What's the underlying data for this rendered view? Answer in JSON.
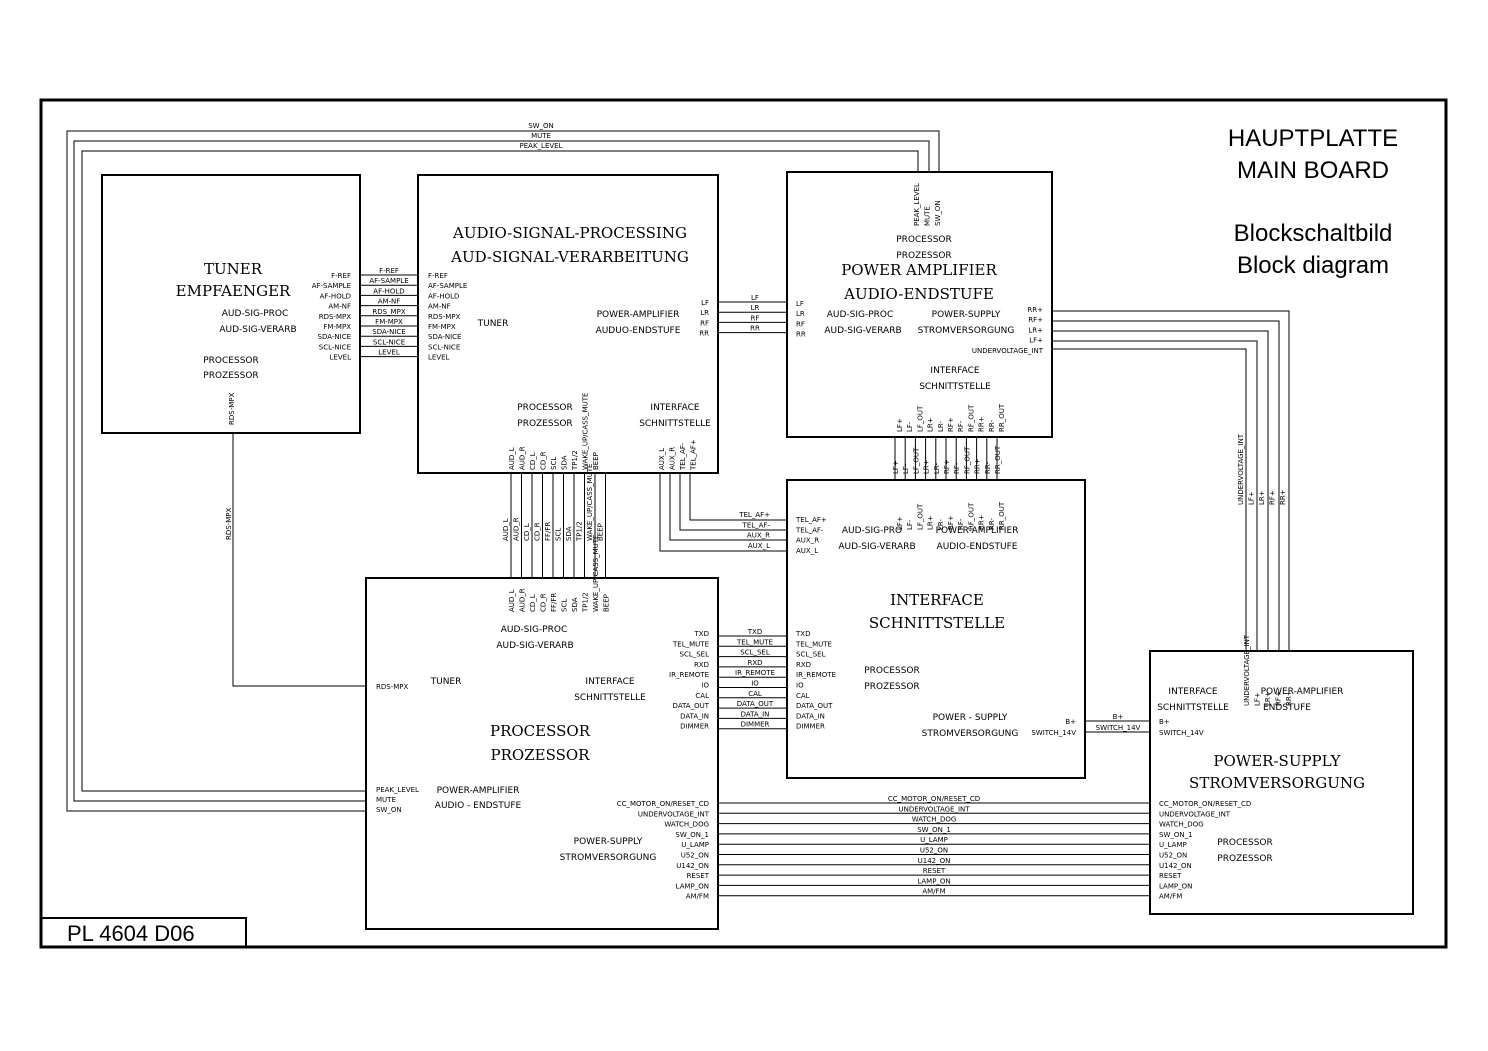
{
  "header": {
    "title_de": "HAUPTPLATTE",
    "title_en": "MAIN BOARD",
    "subtitle_de": "Blockschaltbild",
    "subtitle_en": "Block diagram"
  },
  "drawing_code": "PL 4604 D06",
  "top_bus": [
    "SW_ON",
    "MUTE",
    "PEAK_LEVEL"
  ],
  "tuner": {
    "title": [
      "TUNER",
      "EMPFAENGER"
    ],
    "labels": [
      "AUD-SIG-PROC",
      "AUD-SIG-VERARB",
      "PROCESSOR",
      "PROZESSOR"
    ],
    "pins": [
      "F-REF",
      "AF-SAMPLE",
      "AF-HOLD",
      "AM-NF",
      "RDS-MPX",
      "FM-MPX",
      "SDA-NICE",
      "SCL-NICE",
      "LEVEL"
    ],
    "bottom_pin": "RDS-MPX"
  },
  "tuner_asp_wires": [
    "F-REF",
    "AF-SAMPLE",
    "AF-HOLD",
    "AM-NF",
    "RDS_MPX",
    "FM-MPX",
    "SDA-NICE",
    "SCL-NICE",
    "LEVEL"
  ],
  "asp": {
    "title": [
      "AUDIO-SIGNAL-PROCESSING",
      "AUD-SIGNAL-VERARBEITUNG"
    ],
    "left_pins": [
      "F-REF",
      "AF-SAMPLE",
      "AF-HOLD",
      "AM-NF",
      "RDS-MPX",
      "FM-MPX",
      "SDA-NICE",
      "SCL-NICE",
      "LEVEL"
    ],
    "tuner_label": "TUNER",
    "pa_labels": [
      "POWER-AMPLIFIER",
      "AUDUO-ENDSTUFE"
    ],
    "right_pins": [
      "LF",
      "LR",
      "RF",
      "RR"
    ],
    "proc_labels": [
      "PROCESSOR",
      "PROZESSOR"
    ],
    "if_labels": [
      "INTERFACE",
      "SCHNITTSTELLE"
    ],
    "bottom_pins": [
      "AUD_L",
      "AUD_R",
      "CD_L",
      "CD_R",
      "SCL",
      "SDA",
      "TP1/2",
      "WAKE_UP/CASS_MUTE",
      "BEEP"
    ],
    "bottom_if_pins": [
      "AUX_L",
      "AUX_R",
      "TEL_AF-",
      "TEL_AF+"
    ]
  },
  "asp_pa_wires": [
    "LF",
    "LR",
    "RF",
    "RR"
  ],
  "pa": {
    "title": [
      "POWER AMPLIFIER",
      "AUDIO-ENDSTUFE"
    ],
    "top_pins": [
      "PEAK_LEVEL",
      "MUTE",
      "SW_ON"
    ],
    "proc_labels": [
      "PROCESSOR",
      "PROZESSOR"
    ],
    "left_pins": [
      "LF",
      "LR",
      "RF",
      "RR"
    ],
    "asp_labels": [
      "AUD-SIG-PROC",
      "AUD-SIG-VERARB"
    ],
    "ps_labels": [
      "POWER-SUPPLY",
      "STROMVERSORGUNG"
    ],
    "right_pins": [
      "RR+",
      "RF+",
      "LR+",
      "LF+",
      "UNDERVOLTAGE_INT"
    ],
    "if_labels": [
      "INTERFACE",
      "SCHNITTSTELLE"
    ],
    "bottom_pins": [
      "LF+",
      "LF-",
      "LF_OUT",
      "LR+",
      "LR-",
      "RF+",
      "RF-",
      "RF_OUT",
      "RR+",
      "RR-",
      "RR_OUT"
    ]
  },
  "pa_if_wires": [
    "LF+",
    "LF-",
    "LF_OUT",
    "LR+",
    "LR-",
    "RF+",
    "RF-",
    "RF_OUT",
    "RR+",
    "RR-",
    "RR_OUT"
  ],
  "pa_ps_wires": [
    "UNDERVOLTAGE_INT",
    "LF+",
    "LR+",
    "RF+",
    "RR+"
  ],
  "asp_proc_wires": [
    "AUD_L",
    "AUD_R",
    "CD_L",
    "CD_R",
    "FF/FR",
    "SCL",
    "SDA",
    "TP1/2",
    "WAKE_UP/CASS_MUTE",
    "BEEP"
  ],
  "asp_if_wires": [
    "TEL_AF+",
    "TEL_AF-",
    "AUX_R",
    "AUX_L"
  ],
  "interface": {
    "title": [
      "INTERFACE",
      "SCHNITTSTELLE"
    ],
    "top_pins": [
      "LF+",
      "LF-",
      "LF_OUT",
      "LR+",
      "LR-",
      "RF+",
      "RF-",
      "RF_OUT",
      "RR+",
      "RR-",
      "RR_OUT"
    ],
    "left_top_pins": [
      "TEL_AF+",
      "TEL_AF-",
      "AUX_R",
      "AUX_L"
    ],
    "asp_labels": [
      "AUD-SIG-PRO",
      "AUD-SIG-VERARB"
    ],
    "pa_labels": [
      "POWER-AMPLIFIER",
      "AUDIO-ENDSTUFE"
    ],
    "left_pins": [
      "TXD",
      "TEL_MUTE",
      "SCL_SEL",
      "RXD",
      "IR_REMOTE",
      "IO",
      "CAL",
      "DATA_OUT",
      "DATA_IN",
      "DIMMER"
    ],
    "proc_labels": [
      "PROCESSOR",
      "PROZESSOR"
    ],
    "ps_labels": [
      "POWER - SUPPLY",
      "STROMVERSORGUNG"
    ],
    "right_pins": [
      "B+",
      "SWITCH_14V"
    ]
  },
  "proc_if_wires": [
    "TXD",
    "TEL_MUTE",
    "SCL_SEL",
    "RXD",
    "IR_REMOTE",
    "IO",
    "CAL",
    "DATA_OUT",
    "DATA_IN",
    "DIMMER"
  ],
  "if_ps_wires": [
    "B+",
    "SWITCH_14V"
  ],
  "processor": {
    "title": [
      "PROCESSOR",
      "PROZESSOR"
    ],
    "top_pins": [
      "AUD_L",
      "AUD_R",
      "CD_L",
      "CD_R",
      "FF/FR",
      "SCL",
      "SDA",
      "TP1/2",
      "WAKE_UP/CASS_MUTE",
      "BEEP"
    ],
    "asp_labels": [
      "AUD-SIG-PROC",
      "AUD-SIG-VERARB"
    ],
    "if_labels": [
      "INTERFACE",
      "SCHNITTSTELLE"
    ],
    "tuner_pin": "RDS-MPX",
    "tuner_label": "TUNER",
    "right_if_pins": [
      "TXD",
      "TEL_MUTE",
      "SCL_SEL",
      "RXD",
      "IR_REMOTE",
      "IO",
      "CAL",
      "DATA_OUT",
      "DATA_IN",
      "DIMMER"
    ],
    "left_pa_pins": [
      "PEAK_LEVEL",
      "MUTE",
      "SW_ON"
    ],
    "pa_labels": [
      "POWER-AMPLIFIER",
      "AUDIO - ENDSTUFE"
    ],
    "ps_labels": [
      "POWER-SUPPLY",
      "STROMVERSORGUNG"
    ],
    "right_ps_pins": [
      "CC_MOTOR_ON/RESET_CD",
      "UNDERVOLTAGE_INT",
      "WATCH_DOG",
      "SW_ON_1",
      "U_LAMP",
      "U52_ON",
      "U142_ON",
      "RESET",
      "LAMP_ON",
      "AM/FM"
    ]
  },
  "proc_ps_wires": [
    "CC_MOTOR_ON/RESET_CD",
    "UNDERVOLTAGE_INT",
    "WATCH_DOG",
    "SW_ON_1",
    "U_LAMP",
    "U52_ON",
    "U142_ON",
    "RESET",
    "LAMP_ON",
    "AM/FM"
  ],
  "tuner_proc_wire": "RDS-MPX",
  "power_supply": {
    "title": [
      "POWER-SUPPLY",
      "STROMVERSORGUNG"
    ],
    "top_pins": [
      "UNDERVOLTAGE_INT",
      "LF+",
      "LR+",
      "RF+",
      "RR+"
    ],
    "if_labels": [
      "INTERFACE",
      "SCHNITTSTELLE"
    ],
    "pa_labels": [
      "POWER-AMPLIFIER",
      "ENDSTUFE"
    ],
    "left_if_pins": [
      "B+",
      "SWITCH_14V"
    ],
    "left_pins": [
      "CC_MOTOR_ON/RESET_CD",
      "UNDERVOLTAGE_INT",
      "WATCH_DOG",
      "SW_ON_1",
      "U_LAMP",
      "U52_ON",
      "U142_ON",
      "RESET",
      "LAMP_ON",
      "AM/FM"
    ],
    "proc_labels": [
      "PROCESSOR",
      "PROZESSOR"
    ]
  }
}
